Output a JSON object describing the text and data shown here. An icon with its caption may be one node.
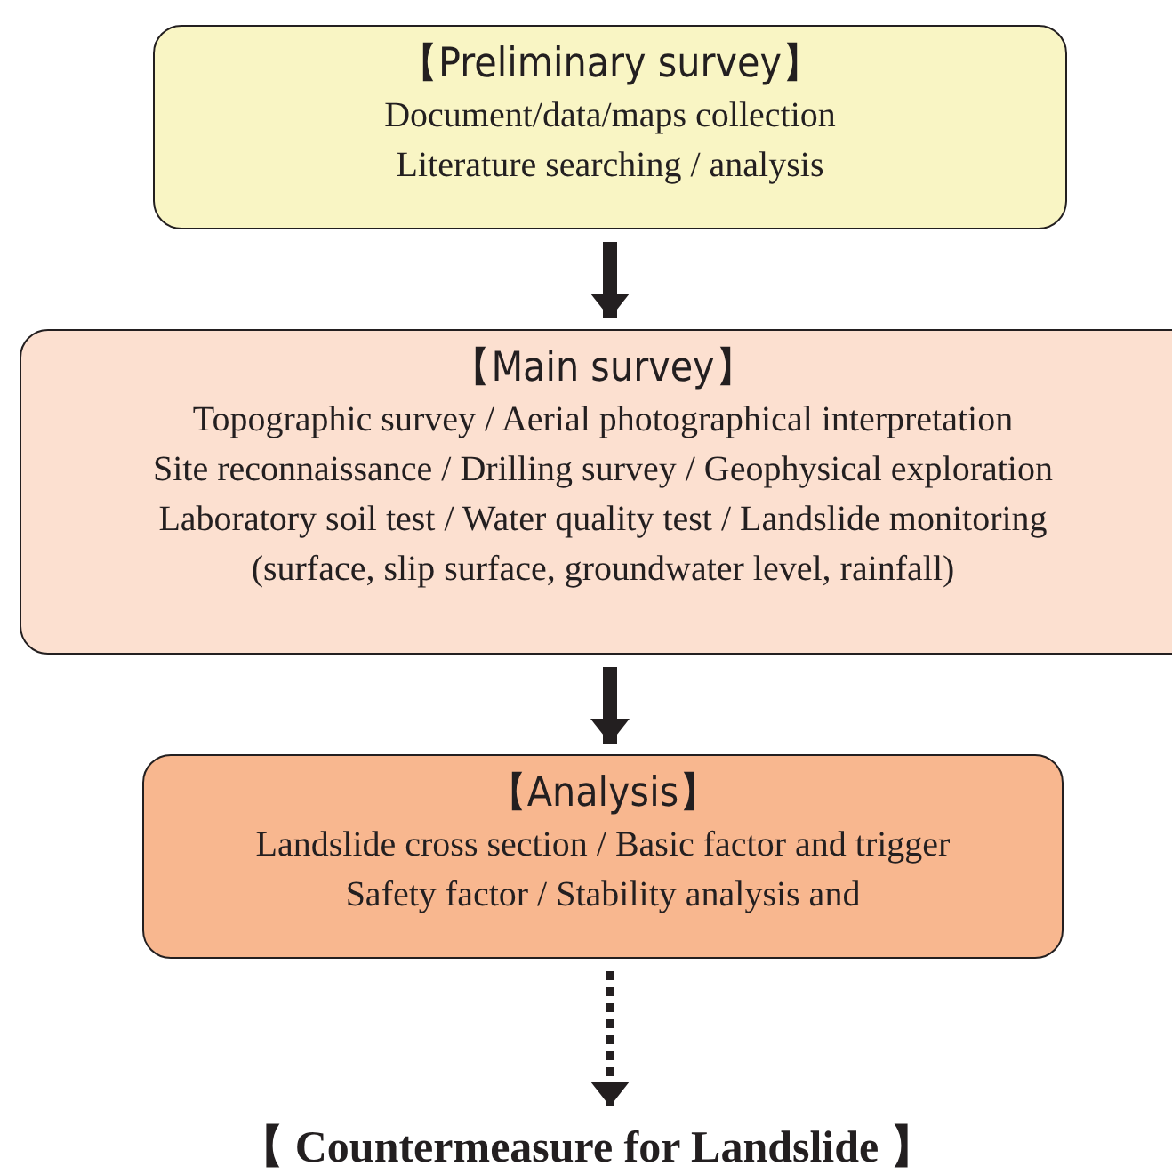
{
  "diagram": {
    "nodes": [
      {
        "text": [
          "【Preliminary survey】",
          "Document/data/maps collection",
          "Literature searching / analysis"
        ]
      },
      {
        "text": [
          "【Main survey】",
          "Topographic survey / Aerial photographical interpretation",
          "Site reconnaissance / Drilling survey / Geophysical exploration",
          "Laboratory soil test / Water quality test / Landslide monitoring",
          "(surface, slip surface, groundwater level, rainfall)"
        ]
      },
      {
        "text": [
          "【Analysis】",
          "Landslide cross section / Basic factor and trigger",
          "Safety factor / Stability analysis and"
        ]
      },
      {
        "text": [
          "【 Countermeasure for Landslide 】"
        ]
      }
    ],
    "edges": [
      {
        "from": 0,
        "to": 1,
        "arrow": "to"
      },
      {
        "from": 1,
        "to": 2,
        "arrow": "to"
      },
      {
        "from": 2,
        "to": 3,
        "arrow": "to",
        "style": "dashed"
      }
    ]
  }
}
